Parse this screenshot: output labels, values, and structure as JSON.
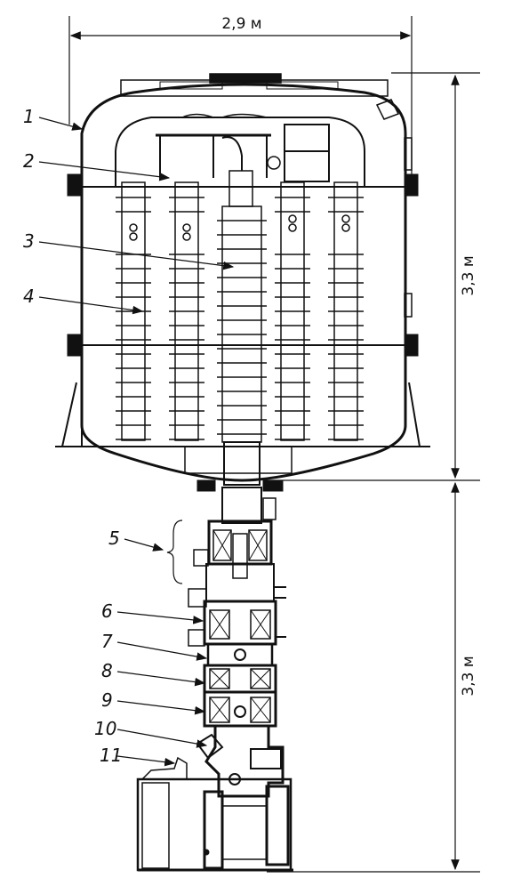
{
  "dimensions": {
    "width": "2,9 м",
    "tank_height": "3,3 м",
    "column_height": "3,3 м"
  },
  "labels": [
    "1",
    "2",
    "3",
    "4",
    "5",
    "6",
    "7",
    "8",
    "9",
    "10",
    "11"
  ],
  "colors": {
    "ink": "#111111",
    "paper": "#ffffff"
  }
}
